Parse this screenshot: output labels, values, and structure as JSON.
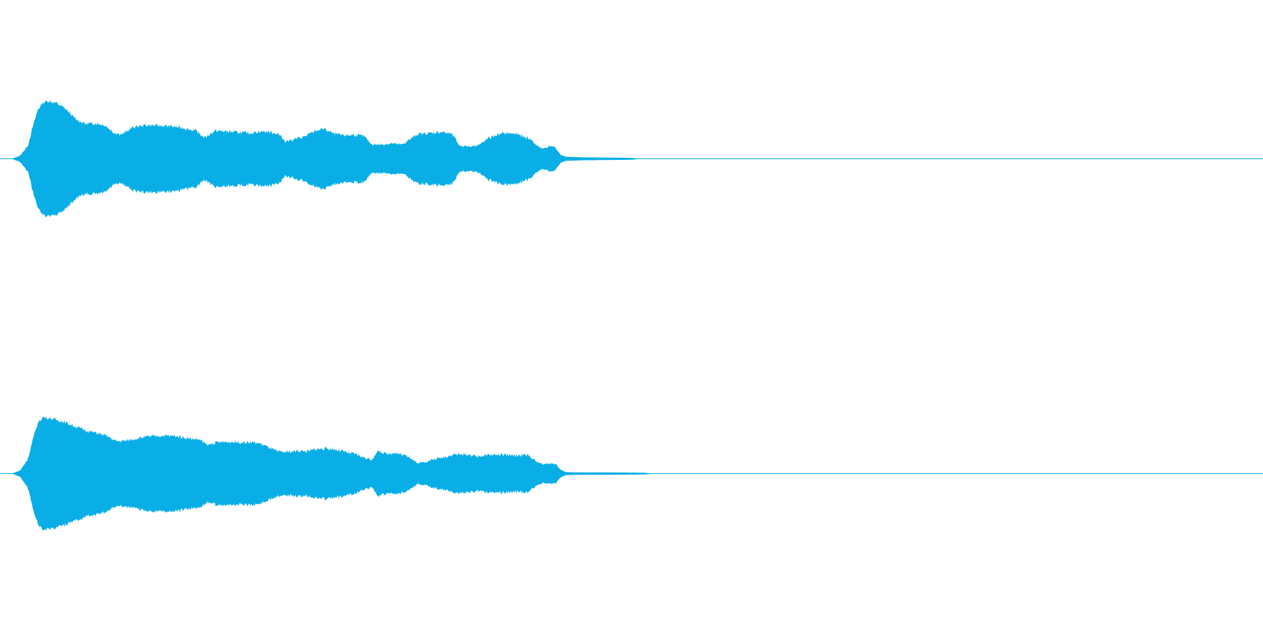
{
  "waveform": {
    "color": "#08aee5",
    "channels": [
      {
        "name": "left",
        "envelope": [
          [
            0.0,
            0.0
          ],
          [
            0.01,
            0.0
          ],
          [
            0.016,
            0.05
          ],
          [
            0.022,
            0.22
          ],
          [
            0.026,
            0.55
          ],
          [
            0.03,
            0.85
          ],
          [
            0.034,
            0.97
          ],
          [
            0.038,
            1.0
          ],
          [
            0.045,
            0.96
          ],
          [
            0.052,
            0.86
          ],
          [
            0.06,
            0.68
          ],
          [
            0.068,
            0.6
          ],
          [
            0.076,
            0.61
          ],
          [
            0.083,
            0.58
          ],
          [
            0.09,
            0.45
          ],
          [
            0.097,
            0.42
          ],
          [
            0.105,
            0.54
          ],
          [
            0.115,
            0.58
          ],
          [
            0.125,
            0.57
          ],
          [
            0.135,
            0.56
          ],
          [
            0.145,
            0.53
          ],
          [
            0.155,
            0.48
          ],
          [
            0.162,
            0.36
          ],
          [
            0.17,
            0.48
          ],
          [
            0.18,
            0.47
          ],
          [
            0.19,
            0.45
          ],
          [
            0.198,
            0.44
          ],
          [
            0.206,
            0.47
          ],
          [
            0.214,
            0.46
          ],
          [
            0.22,
            0.43
          ],
          [
            0.226,
            0.3
          ],
          [
            0.232,
            0.33
          ],
          [
            0.24,
            0.37
          ],
          [
            0.25,
            0.48
          ],
          [
            0.256,
            0.52
          ],
          [
            0.264,
            0.43
          ],
          [
            0.272,
            0.4
          ],
          [
            0.28,
            0.41
          ],
          [
            0.288,
            0.39
          ],
          [
            0.294,
            0.25
          ],
          [
            0.3,
            0.24
          ],
          [
            0.31,
            0.26
          ],
          [
            0.318,
            0.24
          ],
          [
            0.324,
            0.32
          ],
          [
            0.33,
            0.42
          ],
          [
            0.34,
            0.44
          ],
          [
            0.35,
            0.46
          ],
          [
            0.358,
            0.42
          ],
          [
            0.364,
            0.22
          ],
          [
            0.372,
            0.21
          ],
          [
            0.38,
            0.24
          ],
          [
            0.386,
            0.34
          ],
          [
            0.392,
            0.4
          ],
          [
            0.4,
            0.44
          ],
          [
            0.408,
            0.43
          ],
          [
            0.414,
            0.38
          ],
          [
            0.42,
            0.34
          ],
          [
            0.425,
            0.22
          ],
          [
            0.43,
            0.17
          ],
          [
            0.436,
            0.22
          ],
          [
            0.44,
            0.18
          ],
          [
            0.444,
            0.06
          ],
          [
            0.448,
            0.03
          ],
          [
            0.46,
            0.02
          ],
          [
            0.48,
            0.015
          ],
          [
            0.5,
            0.01
          ],
          [
            0.505,
            0.0
          ],
          [
            1.0,
            0.0
          ]
        ]
      },
      {
        "name": "right",
        "envelope": [
          [
            0.0,
            0.0
          ],
          [
            0.01,
            0.0
          ],
          [
            0.016,
            0.05
          ],
          [
            0.022,
            0.25
          ],
          [
            0.026,
            0.6
          ],
          [
            0.03,
            0.9
          ],
          [
            0.034,
            1.0
          ],
          [
            0.04,
            0.98
          ],
          [
            0.05,
            0.92
          ],
          [
            0.06,
            0.83
          ],
          [
            0.07,
            0.75
          ],
          [
            0.078,
            0.71
          ],
          [
            0.085,
            0.66
          ],
          [
            0.092,
            0.57
          ],
          [
            0.1,
            0.58
          ],
          [
            0.11,
            0.63
          ],
          [
            0.12,
            0.66
          ],
          [
            0.13,
            0.67
          ],
          [
            0.14,
            0.66
          ],
          [
            0.15,
            0.62
          ],
          [
            0.158,
            0.6
          ],
          [
            0.164,
            0.5
          ],
          [
            0.172,
            0.55
          ],
          [
            0.182,
            0.56
          ],
          [
            0.192,
            0.55
          ],
          [
            0.2,
            0.55
          ],
          [
            0.206,
            0.53
          ],
          [
            0.212,
            0.47
          ],
          [
            0.22,
            0.38
          ],
          [
            0.228,
            0.38
          ],
          [
            0.236,
            0.4
          ],
          [
            0.244,
            0.39
          ],
          [
            0.25,
            0.43
          ],
          [
            0.258,
            0.44
          ],
          [
            0.264,
            0.43
          ],
          [
            0.27,
            0.4
          ],
          [
            0.276,
            0.36
          ],
          [
            0.282,
            0.34
          ],
          [
            0.288,
            0.28
          ],
          [
            0.294,
            0.24
          ],
          [
            0.3,
            0.4
          ],
          [
            0.306,
            0.34
          ],
          [
            0.312,
            0.37
          ],
          [
            0.318,
            0.33
          ],
          [
            0.324,
            0.3
          ],
          [
            0.33,
            0.18
          ],
          [
            0.336,
            0.2
          ],
          [
            0.342,
            0.24
          ],
          [
            0.348,
            0.27
          ],
          [
            0.354,
            0.3
          ],
          [
            0.36,
            0.34
          ],
          [
            0.366,
            0.33
          ],
          [
            0.372,
            0.33
          ],
          [
            0.378,
            0.3
          ],
          [
            0.384,
            0.32
          ],
          [
            0.39,
            0.33
          ],
          [
            0.396,
            0.33
          ],
          [
            0.402,
            0.32
          ],
          [
            0.408,
            0.31
          ],
          [
            0.414,
            0.33
          ],
          [
            0.42,
            0.3
          ],
          [
            0.425,
            0.2
          ],
          [
            0.43,
            0.16
          ],
          [
            0.436,
            0.18
          ],
          [
            0.44,
            0.16
          ],
          [
            0.444,
            0.06
          ],
          [
            0.448,
            0.02
          ],
          [
            0.46,
            0.015
          ],
          [
            0.48,
            0.015
          ],
          [
            0.51,
            0.01
          ],
          [
            0.515,
            0.0
          ],
          [
            1.0,
            0.0
          ]
        ]
      }
    ]
  }
}
